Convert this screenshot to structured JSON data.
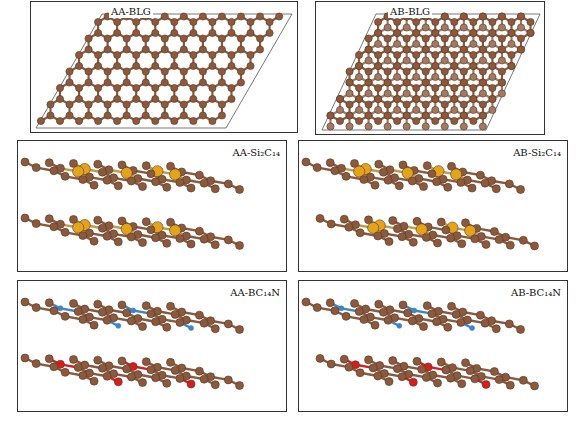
{
  "diagram": {
    "nodes": [
      {
        "text": [
          "AA-BLG"
        ]
      },
      {
        "text": [
          "AB-BLG"
        ]
      },
      {
        "text": [
          "AA-Si₂C₁₄"
        ]
      },
      {
        "text": [
          "AB-Si₂C₁₄"
        ]
      },
      {
        "text": [
          "AA-BC₁₄N"
        ]
      },
      {
        "text": [
          "AB-BC₁₄N"
        ]
      }
    ]
  }
}
